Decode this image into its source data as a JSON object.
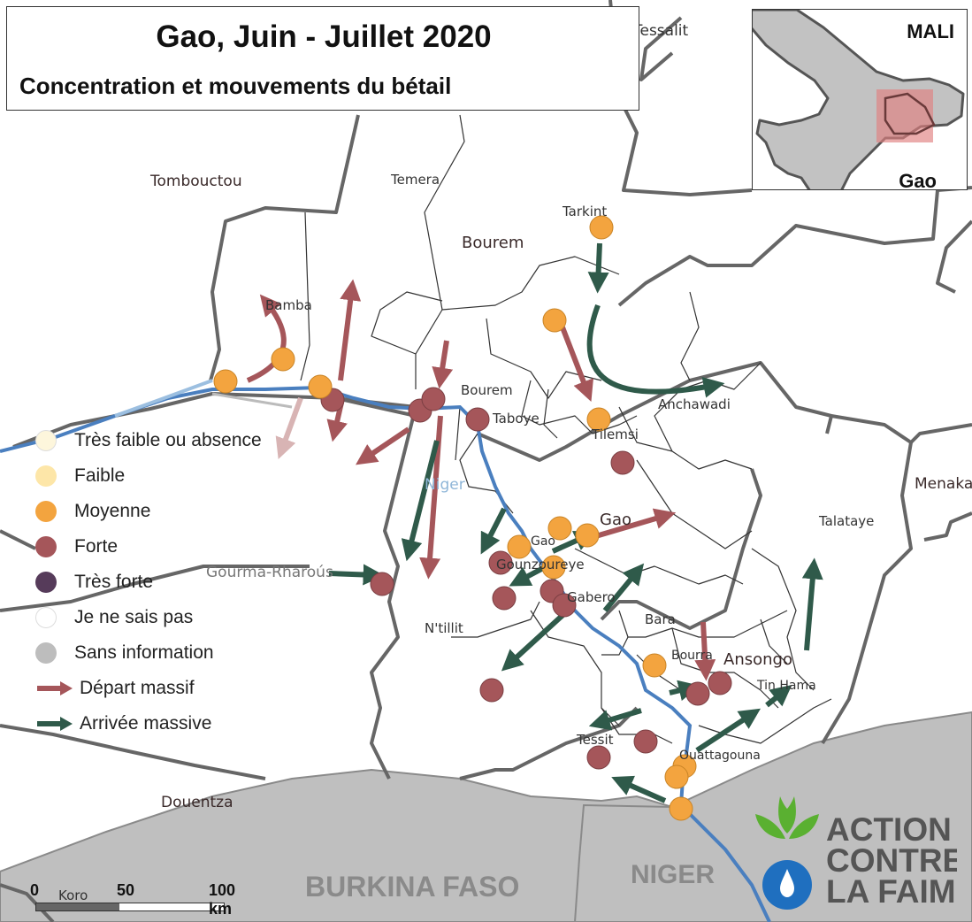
{
  "title": "Gao, Juin - Juillet 2020",
  "subtitle": "Concentration et mouvements du bétail",
  "inset": {
    "country": "MALI",
    "region": "Gao"
  },
  "colors": {
    "river": "#4a7fbf",
    "border": "#666666",
    "foreign": "#bfbfbf",
    "moyenne": "#f3a43f",
    "forte": "#a5565a",
    "depart": "#a5565a",
    "arrivee": "#2f5a4a"
  },
  "labels": {
    "tessalit": "Tessalit",
    "tombouctou": "Tombouctou",
    "temera": "Temera",
    "tarkint": "Tarkint",
    "bourem_region": "Bourem",
    "bamba": "Bamba",
    "bourem_town": "Bourem",
    "anchawadi": "Anchawadi",
    "taboye": "Taboye",
    "tilemsi": "Tilemsi",
    "niger_river": "Niger",
    "gao_region": "Gao",
    "gao_town": "Gao",
    "menaka": "Menaka",
    "talataye": "Talataye",
    "gounzoureye": "Gounzoureye",
    "gourma": "Gourma-Rharoús",
    "gabero": "Gabero",
    "ntillit": "N'tillit",
    "bara": "Bara",
    "bourra": "Bourra",
    "ansongo": "Ansongo",
    "tin_hama": "Tin Hama",
    "tessit": "Tessit",
    "ouattagouna": "Ouattagouna",
    "douentza": "Douentza",
    "koro": "Koro",
    "burkina": "BURKINA FASO",
    "niger_country": "NIGER"
  },
  "legend": [
    {
      "label": "Très faible ou absence",
      "color": "#fdf6dc",
      "type": "dot"
    },
    {
      "label": "Faible",
      "color": "#fde6a8",
      "type": "dot"
    },
    {
      "label": "Moyenne",
      "color": "#f3a43f",
      "type": "dot"
    },
    {
      "label": "Forte",
      "color": "#a5565a",
      "type": "dot"
    },
    {
      "label": "Très forte",
      "color": "#563b5a",
      "type": "dot"
    },
    {
      "label": "Je ne sais pas",
      "color": "#ffffff",
      "type": "dot"
    },
    {
      "label": "Sans information",
      "color": "#bdbdbd",
      "type": "dot"
    },
    {
      "label": "Départ massif",
      "color": "#a5565a",
      "type": "arrow"
    },
    {
      "label": "Arrivée massive",
      "color": "#2f5a4a",
      "type": "arrow"
    }
  ],
  "scale": {
    "zero": "0",
    "mid": "50",
    "end": "100 km"
  },
  "logo": {
    "line1": "ACTION",
    "line2": "CONTRE",
    "line3": "LA FAIM"
  }
}
